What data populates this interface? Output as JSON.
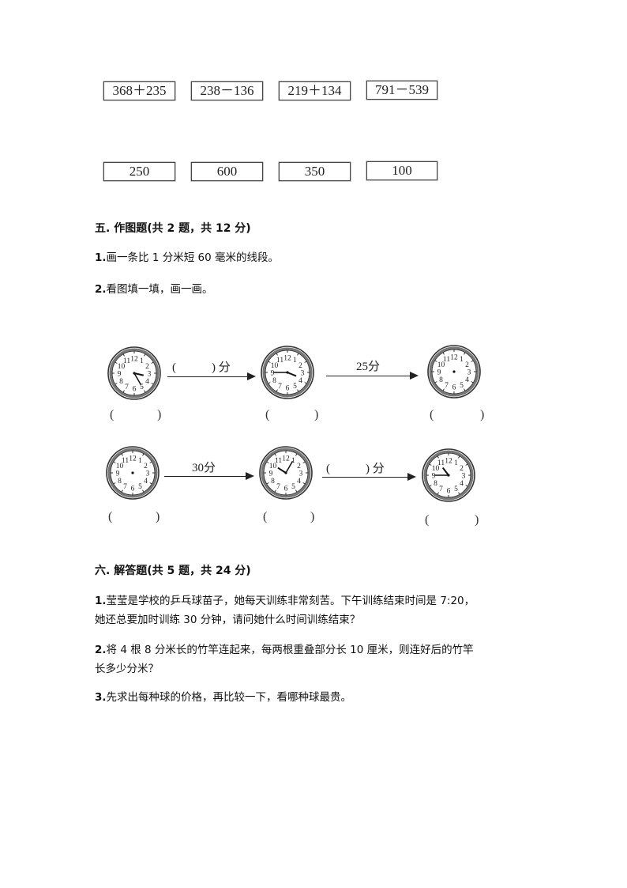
{
  "matching": {
    "expressions": [
      "368＋235",
      "238－136",
      "219＋134",
      "791－539"
    ],
    "estimates": [
      "250",
      "600",
      "350",
      "100"
    ]
  },
  "section5": {
    "title": "五. 作图题(共 2 题，共 12 分)",
    "questions": [
      {
        "num": "1.",
        "text": "画一条比 1 分米短 60 毫米的线段。"
      },
      {
        "num": "2.",
        "text": "看图填一填，画一画。"
      }
    ],
    "clock_rows": [
      {
        "clocks": [
          {
            "time": "3:25",
            "hour": 3,
            "minute": 25,
            "blank": "(            )"
          },
          {
            "time": "3:45",
            "hour": 3,
            "minute": 45,
            "blank": "(            )"
          },
          {
            "time": "",
            "hour": null,
            "minute": null,
            "blank": "(            )"
          }
        ],
        "arrows": [
          "(            ) 分",
          "25分"
        ]
      },
      {
        "clocks": [
          {
            "time": "",
            "hour": null,
            "minute": null,
            "blank": "(            )"
          },
          {
            "time": "10:05",
            "hour": 10,
            "minute": 5,
            "blank": "(            )"
          },
          {
            "time": "10:45",
            "hour": 10,
            "minute": 45,
            "blank": "(            )"
          }
        ],
        "arrows": [
          "30分",
          "(            ) 分"
        ]
      }
    ]
  },
  "section6": {
    "title": "六. 解答题(共 5 题，共 24 分)",
    "questions": [
      {
        "num": "1.",
        "lines": [
          "莹莹是学校的乒乓球苗子，她每天训练非常刻苦。下午训练结束时间是 7:20，",
          "她还总要加时训练 30 分钟，请问她什么时间训练结束？"
        ]
      },
      {
        "num": "2.",
        "lines": [
          "将 4 根 8 分米长的竹竿连起来，每两根重叠部分长 10 厘米，则连好后的竹竿",
          "长多少分米？"
        ]
      },
      {
        "num": "3.",
        "lines": [
          "先求出每种球的价格，再比较一下，看哪种球最贵。"
        ]
      }
    ]
  }
}
